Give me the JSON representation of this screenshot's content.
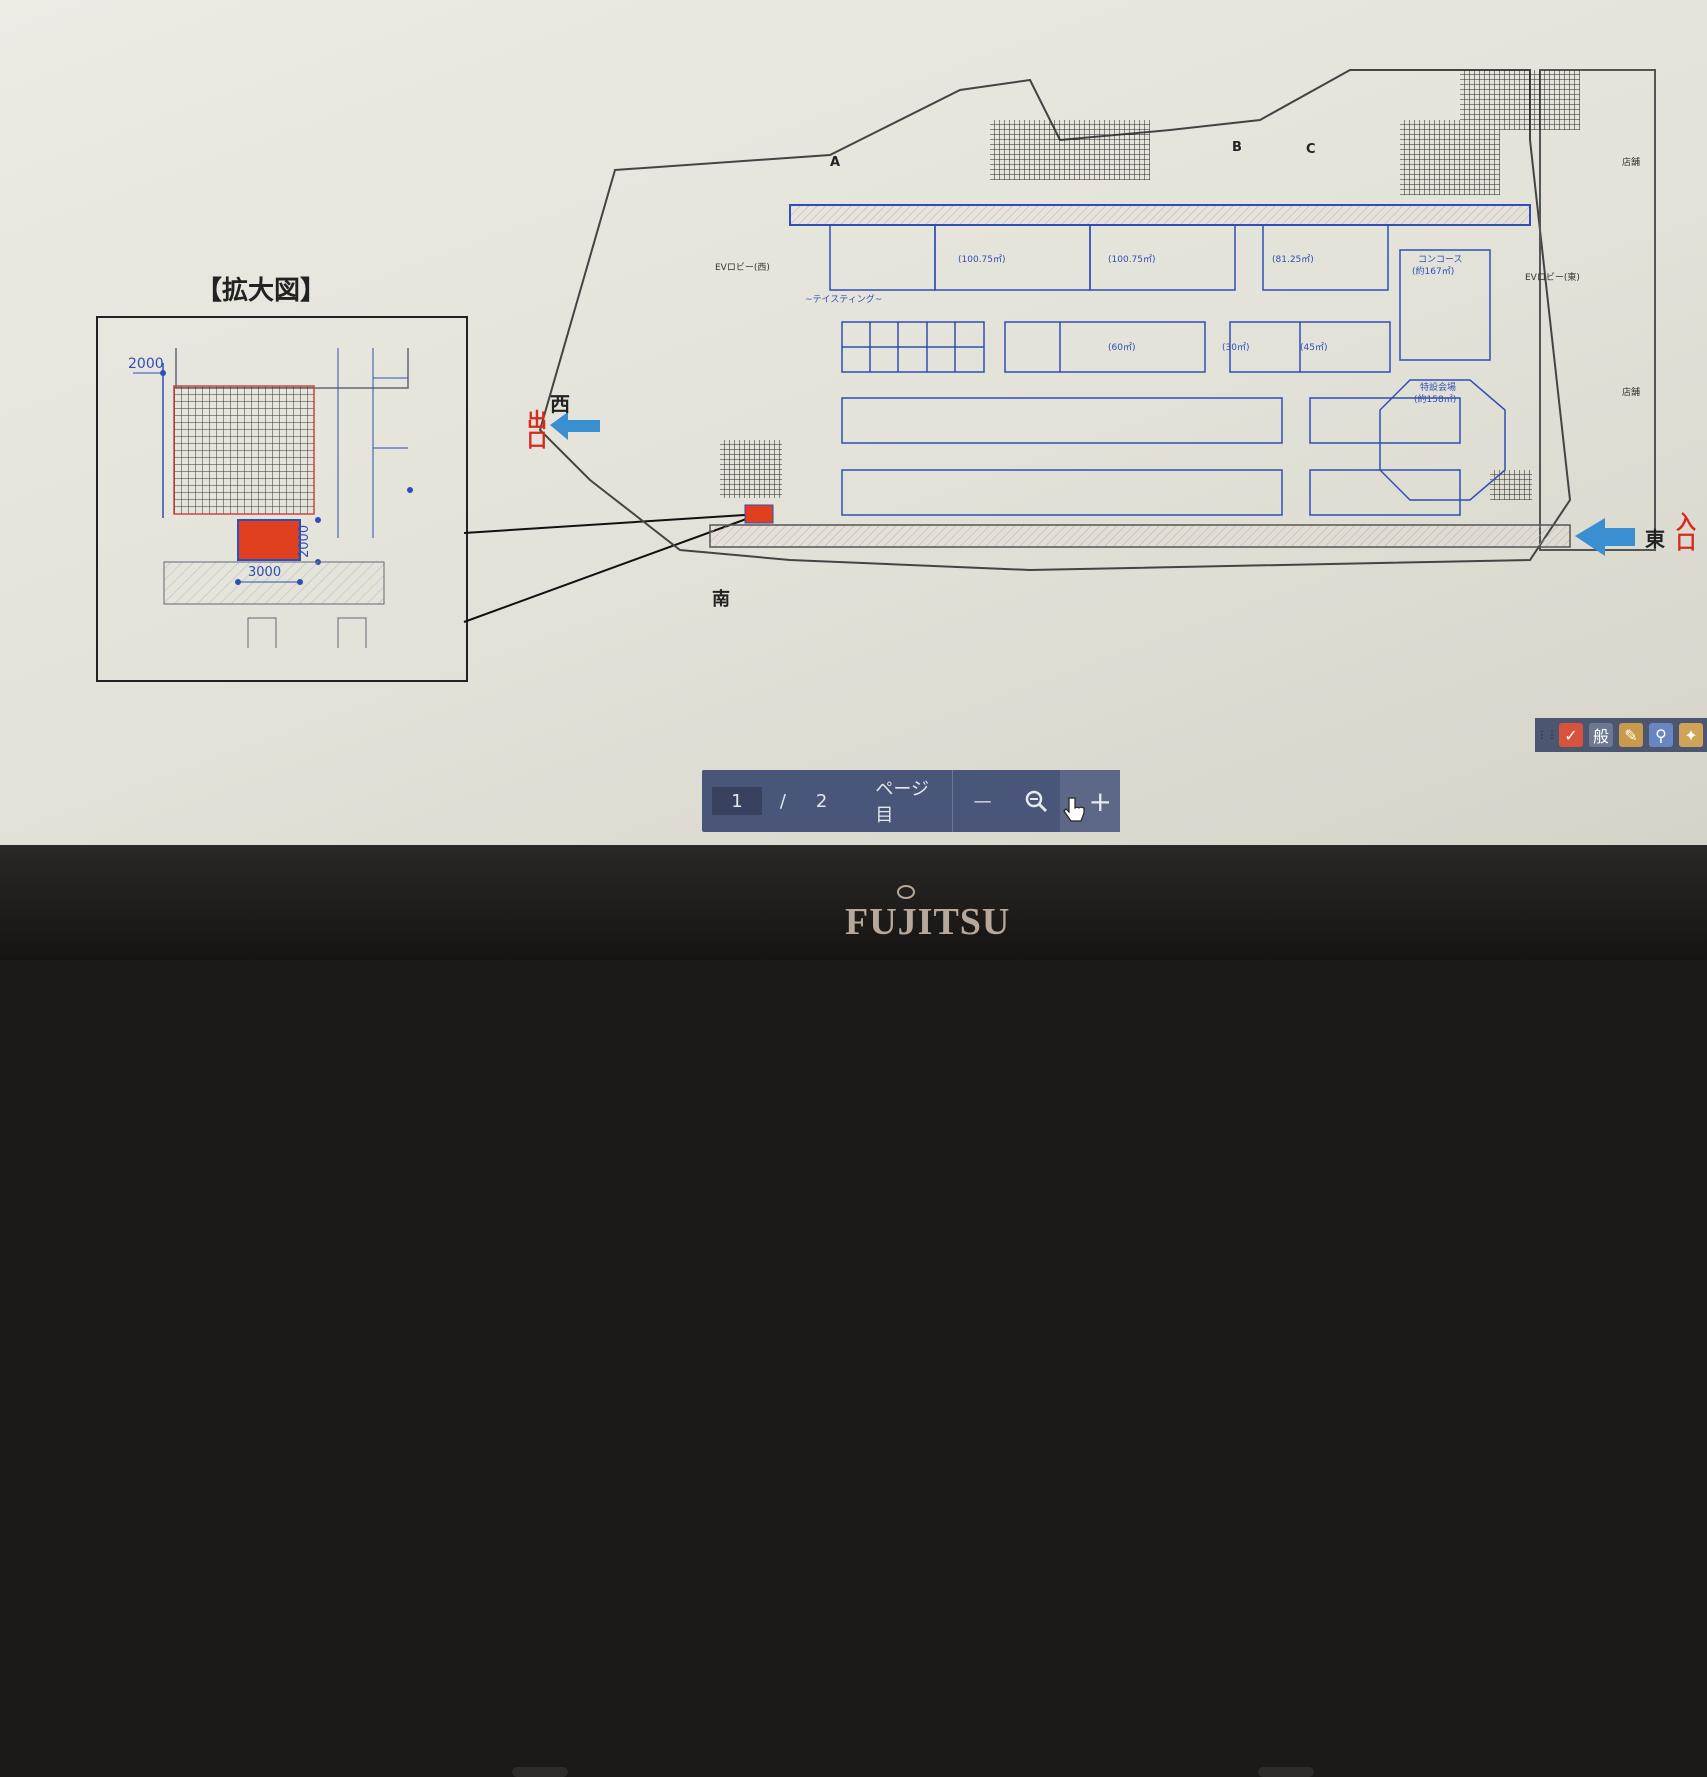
{
  "document": {
    "inset_title": "【拡大図】",
    "inset_dimensions": {
      "top_left": "2000",
      "box_height": "2000",
      "box_width": "3000"
    },
    "plan_labels": {
      "west": "西",
      "exit": "出口",
      "east": "東",
      "entrance": "入口",
      "south": "南",
      "zone_a": "A",
      "zone_b": "B",
      "zone_c": "C",
      "ev_lobby_west": "EVロビー(西)",
      "ev_lobby_east": "EVロビー(東)",
      "tasting": "~テイスティング~",
      "concourse": "コンコース",
      "concourse_area": "(約167㎡)",
      "shop1": "店舗",
      "shop2": "店舗",
      "special_venue": "特設会場",
      "special_venue_area": "(約158㎡)"
    },
    "areas": [
      "(100.75㎡)",
      "(100.75㎡)",
      "(81.25㎡)",
      "(60㎡)",
      "(30㎡)",
      "(45㎡)"
    ]
  },
  "toolbar": {
    "current_page": "1",
    "separator": "/",
    "total_pages": "2",
    "page_suffix": "ページ目",
    "zoom_out": "—",
    "zoom_in": "+"
  },
  "tray": {
    "ime_label": "般"
  },
  "device": {
    "brand": "FUJITSU"
  },
  "colors": {
    "toolbar": "#4a5679",
    "plan_line": "#2f4fb5",
    "highlight": "#e0401f",
    "arrow": "#3a8fd0"
  }
}
